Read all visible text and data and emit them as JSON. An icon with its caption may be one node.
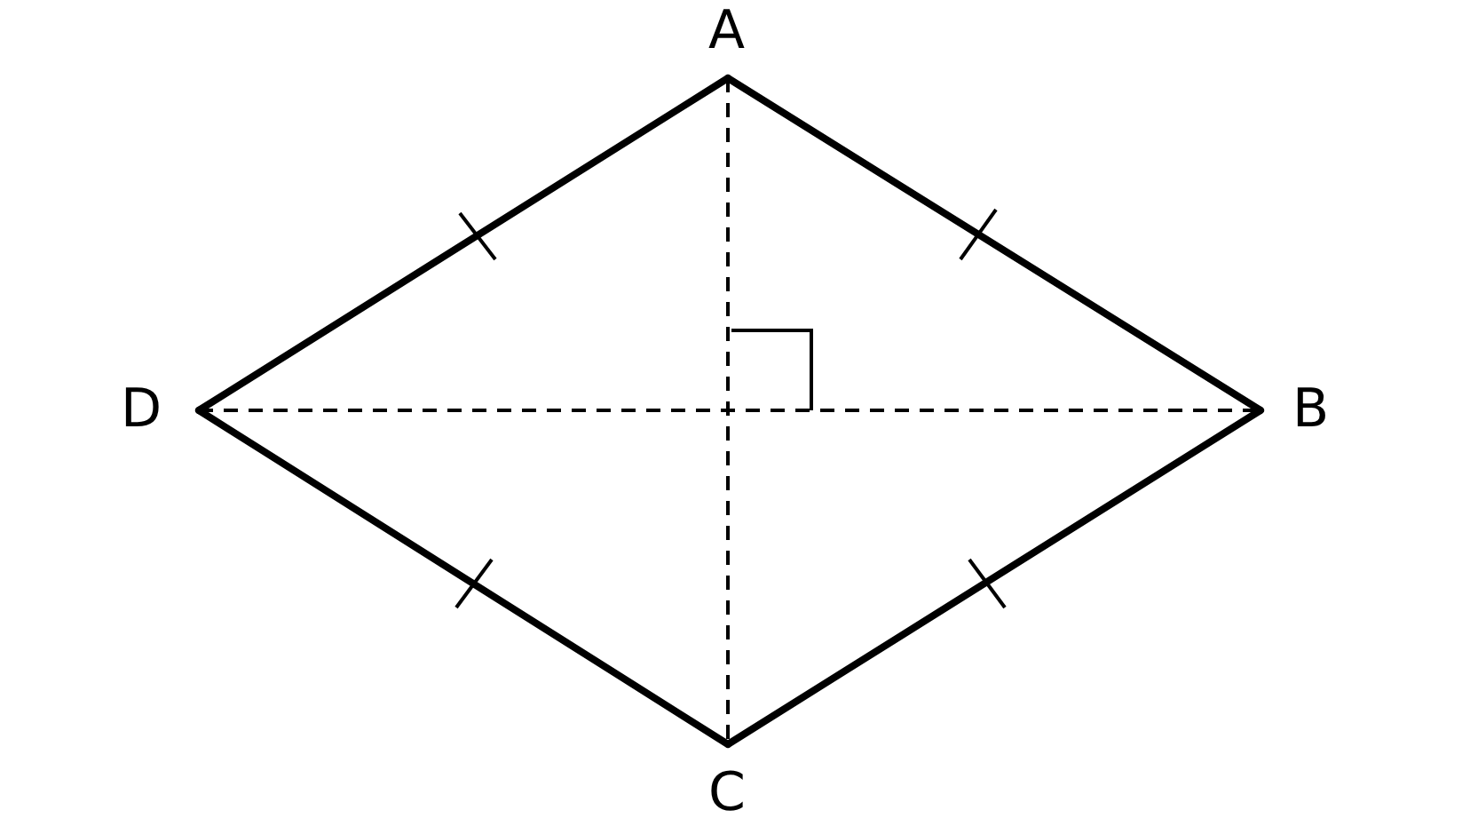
{
  "diagram": {
    "nodes": [
      {
        "text": [
          "A"
        ]
      },
      {
        "text": [
          "B"
        ]
      },
      {
        "text": [
          "C"
        ]
      },
      {
        "text": [
          "D"
        ]
      }
    ],
    "edges": [
      {
        "from": 0,
        "to": 1,
        "arrow": "none"
      },
      {
        "from": 1,
        "to": 2,
        "arrow": "none"
      },
      {
        "from": 2,
        "to": 3,
        "arrow": "none"
      },
      {
        "from": 3,
        "to": 0,
        "arrow": "none"
      },
      {
        "from": 0,
        "to": 2,
        "arrow": "none",
        "style": "dashed"
      },
      {
        "from": 3,
        "to": 1,
        "arrow": "none",
        "style": "dashed"
      }
    ]
  }
}
